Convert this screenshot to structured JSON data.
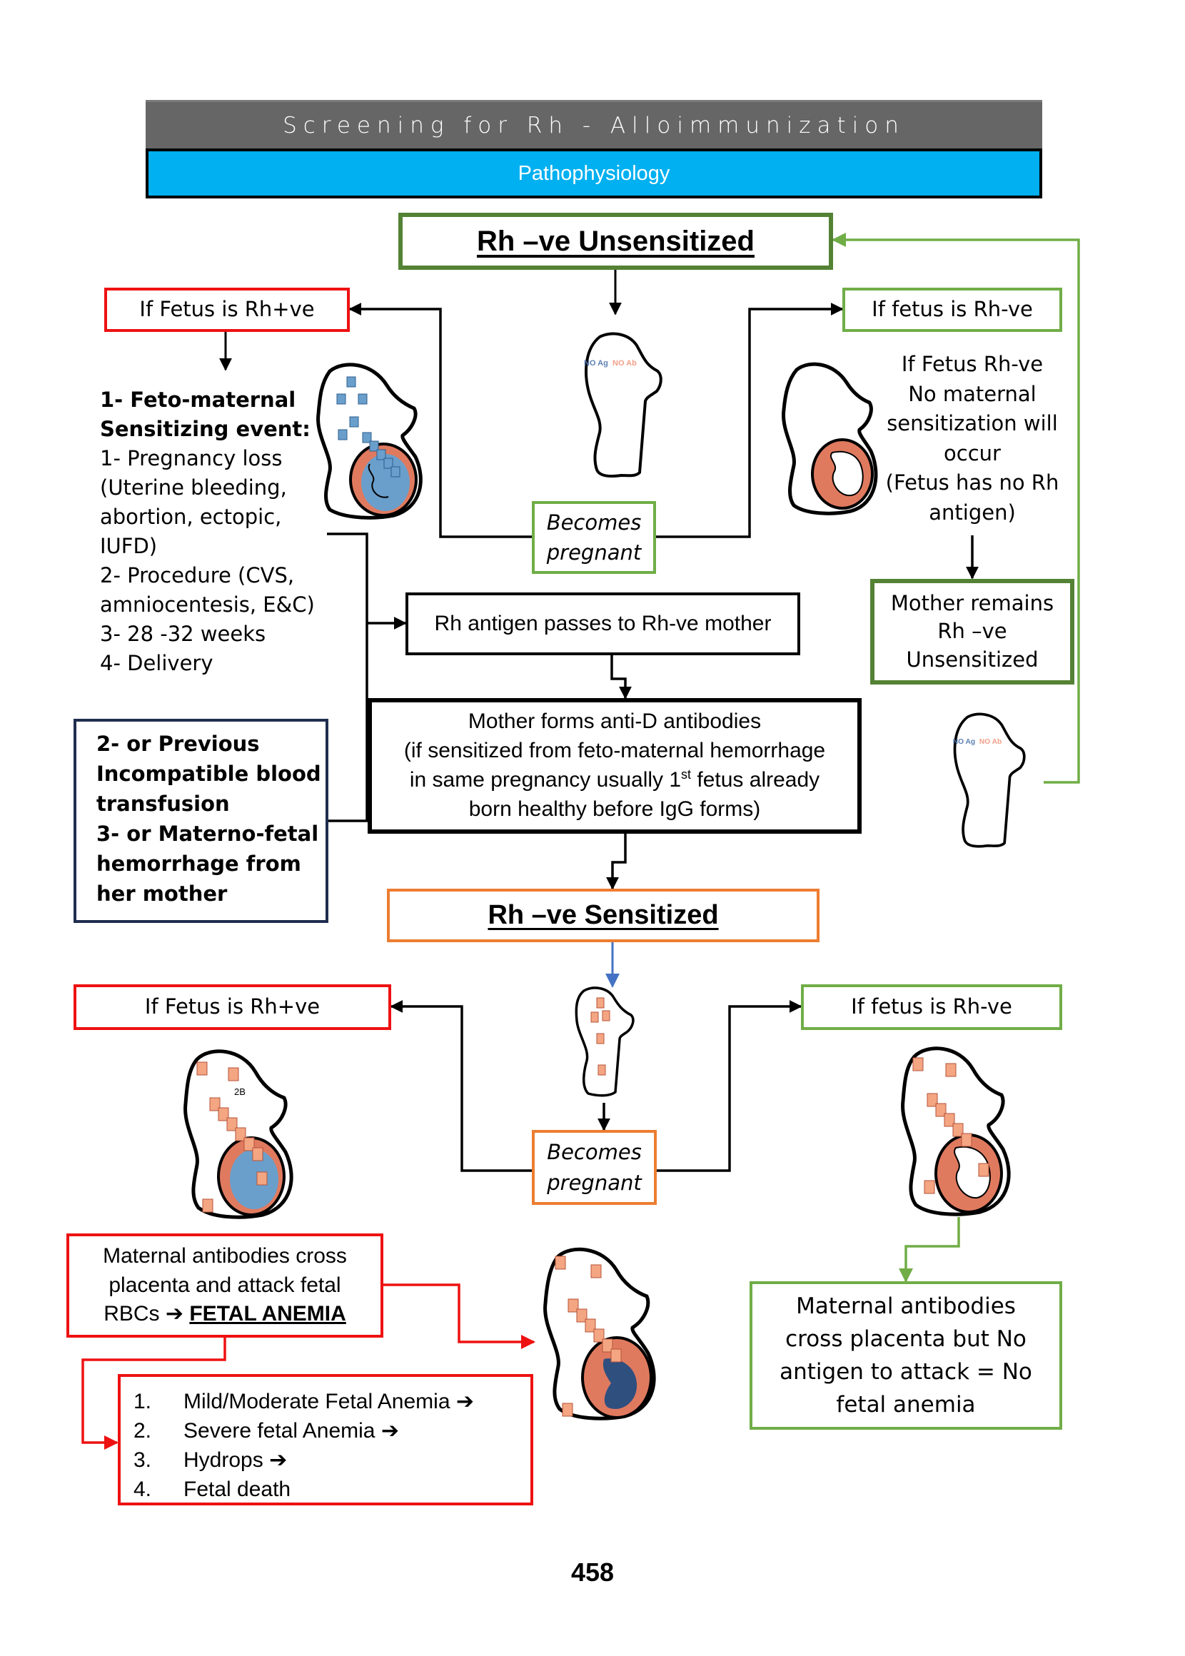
{
  "header": {
    "title": "Screening for Rh - Alloimmunization",
    "subtitle": "Pathophysiology"
  },
  "colors": {
    "header_gray": "#666666",
    "header_blue": "#00b0f0",
    "red": "#ee1111",
    "green": "#70ad47",
    "dark_green": "#548235",
    "orange": "#ed7d31",
    "navy": "#1f2d4f",
    "blue_arrow": "#4472c4",
    "fetus_pink": "#e07a5f",
    "antigen_blue": "#6a9fcb"
  },
  "unsensitized": {
    "title": "Rh –ve Unsensitized",
    "figure_label_ag": "NO Ag",
    "figure_label_ab": "NO Ab",
    "becomes_pregnant": [
      "Becomes",
      "pregnant"
    ],
    "left_branch": {
      "label": "If Fetus is Rh+ve",
      "events_heading": [
        "1- Feto-maternal",
        "Sensitizing event:"
      ],
      "events": [
        "1- Pregnancy loss",
        "(Uterine bleeding,",
        "abortion, ectopic,",
        "IUFD)",
        "2- Procedure (CVS,",
        "amniocentesis, E&C)",
        "3- 28 -32 weeks",
        "4- Delivery"
      ],
      "other_causes": [
        "2- or Previous",
        "Incompatible blood",
        "transfusion",
        "3- or Materno-fetal",
        "hemorrhage from",
        "her mother"
      ]
    },
    "right_branch": {
      "label": "If fetus is Rh-ve",
      "explanation": [
        "If Fetus Rh-ve",
        "No maternal",
        "sensitization will",
        "occur",
        "(Fetus has no Rh",
        "antigen)"
      ],
      "outcome": [
        "Mother remains",
        "Rh –ve",
        "Unsensitized"
      ],
      "figure_label_ag": "NO Ag",
      "figure_label_ab": "NO Ab"
    },
    "antigen_passes": "Rh antigen passes to Rh-ve mother",
    "anti_d": {
      "line1": "Mother forms anti-D antibodies",
      "line2": "(if sensitized from feto-maternal hemorrhage",
      "line3_pre": "in same pregnancy usually 1",
      "line3_sup": "st",
      "line3_post": " fetus already",
      "line4": "born healthy before IgG forms)"
    }
  },
  "sensitized": {
    "title": "Rh –ve Sensitized",
    "becomes_pregnant": [
      "Becomes",
      "pregnant"
    ],
    "left_branch": {
      "label": "If Fetus is Rh+ve",
      "figure_tag": "2B",
      "attack": {
        "line1": "Maternal antibodies cross",
        "line2": "placenta and attack fetal",
        "line3_pre": "RBCs",
        "arrow": "➔",
        "line3_emph": "FETAL ANEMIA"
      },
      "progression": [
        {
          "num": "1.",
          "text": "Mild/Moderate Fetal Anemia",
          "arrow": "➔"
        },
        {
          "num": "2.",
          "text": "Severe fetal Anemia",
          "arrow": "➔"
        },
        {
          "num": "3.",
          "text": "Hydrops",
          "arrow": "➔"
        },
        {
          "num": "4.",
          "text": "Fetal death",
          "arrow": ""
        }
      ]
    },
    "right_branch": {
      "label": "If fetus is Rh-ve",
      "outcome": [
        "Maternal antibodies",
        "cross placenta but No",
        "antigen to attack = No",
        "fetal anemia"
      ]
    }
  },
  "page_number": "458"
}
